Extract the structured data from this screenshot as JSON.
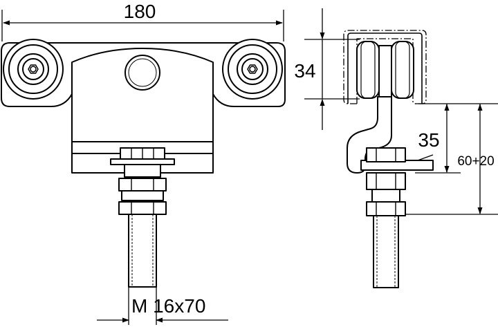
{
  "dimensions": {
    "width": "180",
    "height_rail": "34",
    "drop": "35",
    "adjust": "60+20",
    "thread": "M 16x70"
  }
}
